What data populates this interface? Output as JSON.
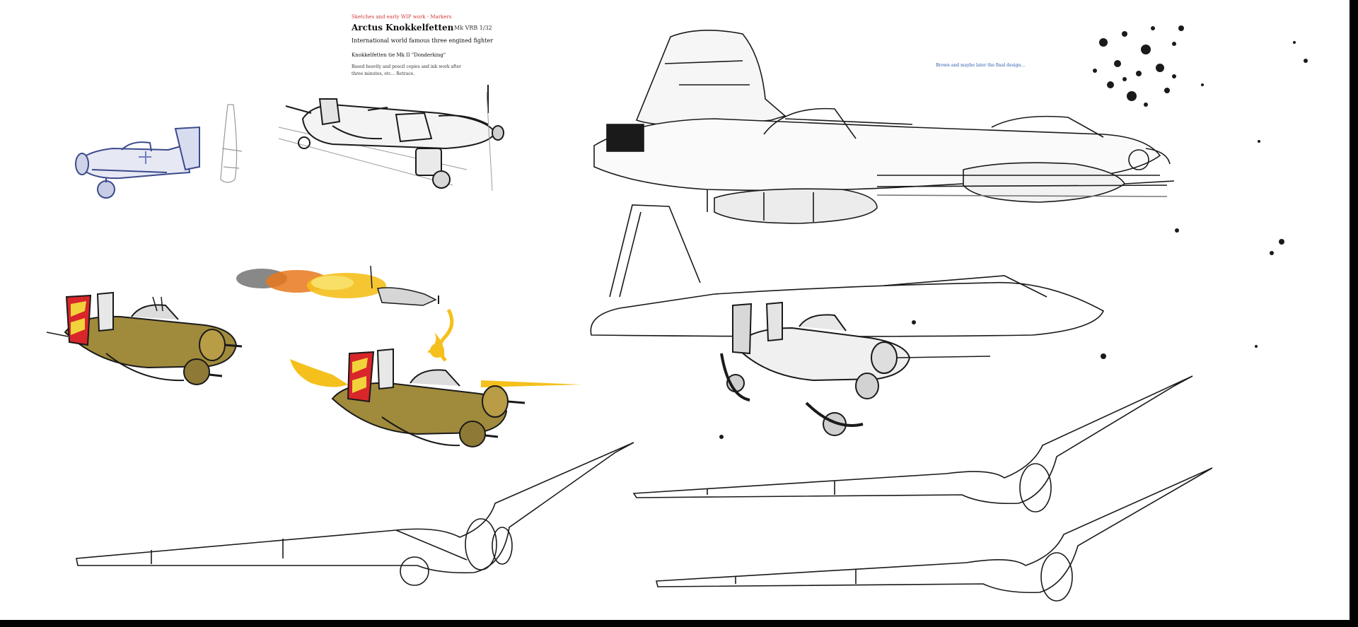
{
  "notes": {
    "red_line": "Sketches and early WIP work - Markers",
    "title": "Arctus Knokkelfetten",
    "scale": "Mk VRB 1/32",
    "subtitle": "International world famous three engined fighter",
    "model": "Knokkelfetten tie Mk II \"Donderking\"",
    "body_line_1": "Based heavily and pencil copies and ink work after",
    "body_line_2": "three minutes, etc... Retrace.",
    "blue_note": "Brown and maybe later the final design..."
  },
  "colors": {
    "sheet_background": "#ffffff",
    "frame_border": "#000000",
    "ink": "#1a1a1a",
    "blue_pencil": "#3c4a8c",
    "camo_olive": "#a08a3c",
    "tail_red": "#d8262a",
    "tail_yellow": "#f2d23a",
    "fire_yellow": "#f5c01c",
    "fire_orange": "#e8781c",
    "smoke_gray": "#6a6a6a"
  },
  "icons": [
    "blue-pencil-fighter-icon",
    "side-profile-sketch-icon",
    "inked-fighter-sketch-icon",
    "camo-fighter-left-icon",
    "burning-plane-icon",
    "camo-fighter-firing-icon",
    "large-ink-aircraft-sketch-icon",
    "ink-splatter-icon",
    "tail-fin-outline-icon",
    "inked-fighter-center-icon",
    "flying-wing-outline-icon"
  ]
}
